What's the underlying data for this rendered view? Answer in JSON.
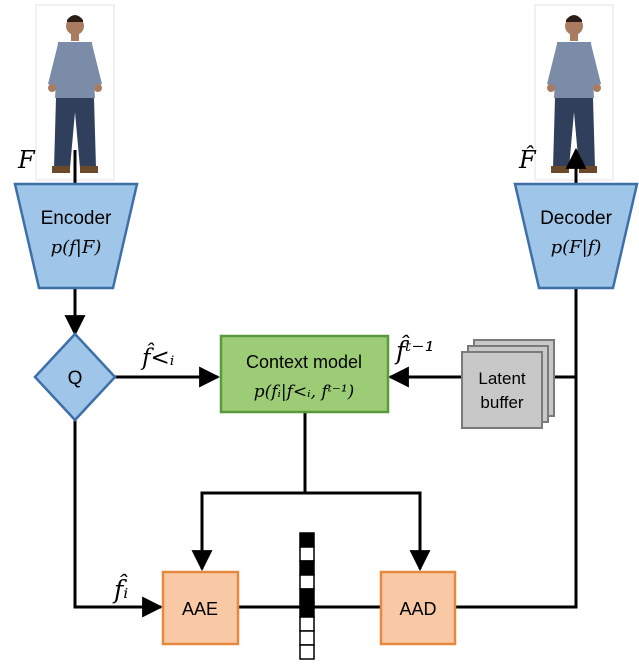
{
  "input_frame": {
    "symbol": "F"
  },
  "output_frame": {
    "symbol": "F̂"
  },
  "encoder": {
    "title": "Encoder",
    "formula": "p(f|F)"
  },
  "decoder": {
    "title": "Decoder",
    "formula": "p(F|f)"
  },
  "quantizer": {
    "label": "Q"
  },
  "context_model": {
    "title": "Context model",
    "formula": "p(fᵢ|f<ᵢ, fᵗ⁻¹)"
  },
  "latent_buffer": {
    "line1": "Latent",
    "line2": "buffer"
  },
  "aae": {
    "label": "AAE"
  },
  "aad": {
    "label": "AAD"
  },
  "edge_labels": {
    "q_to_context": "f̂<ᵢ",
    "buffer_to_context": "f̂ᵗ⁻¹",
    "q_to_aae": "f̂ᵢ"
  },
  "colors": {
    "encoder_fill": "#9fc5e8",
    "encoder_stroke": "#3d6fa8",
    "context_fill": "#9ccd76",
    "context_stroke": "#5b9a3c",
    "coder_fill": "#f9c9a6",
    "coder_stroke": "#e6893f",
    "buffer_fill": "#c8c8c8",
    "buffer_stroke": "#7a7a7a"
  }
}
